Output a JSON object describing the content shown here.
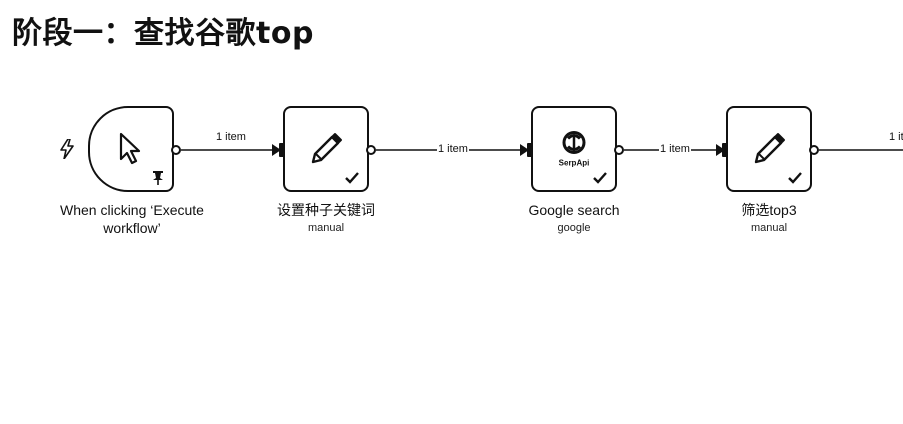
{
  "page": {
    "title": "阶段一：查找谷歌top"
  },
  "workflow": {
    "nodes": [
      {
        "id": "trigger",
        "label": "When clicking ‘Execute workflow’",
        "sublabel": "",
        "icon": "cursor-icon",
        "status": "pinned"
      },
      {
        "id": "set-seed-keywords",
        "label": "设置种子关键词",
        "sublabel": "manual",
        "icon": "pencil-icon",
        "status": "success"
      },
      {
        "id": "google-search",
        "label": "Google search",
        "sublabel": "google",
        "icon": "serpapi-icon",
        "icon_text": "SerpApi",
        "status": "success"
      },
      {
        "id": "filter-top3",
        "label": "筛选top3",
        "sublabel": "manual",
        "icon": "pencil-icon",
        "status": "success"
      }
    ],
    "edges": [
      {
        "from": "trigger",
        "to": "set-seed-keywords",
        "label": "1 item"
      },
      {
        "from": "set-seed-keywords",
        "to": "google-search",
        "label": "1 item"
      },
      {
        "from": "google-search",
        "to": "filter-top3",
        "label": "1 item"
      },
      {
        "from": "filter-top3",
        "to": "offscreen-next",
        "label": "1 it"
      }
    ]
  },
  "colors": {
    "stroke": "#111111",
    "background": "#ffffff"
  }
}
